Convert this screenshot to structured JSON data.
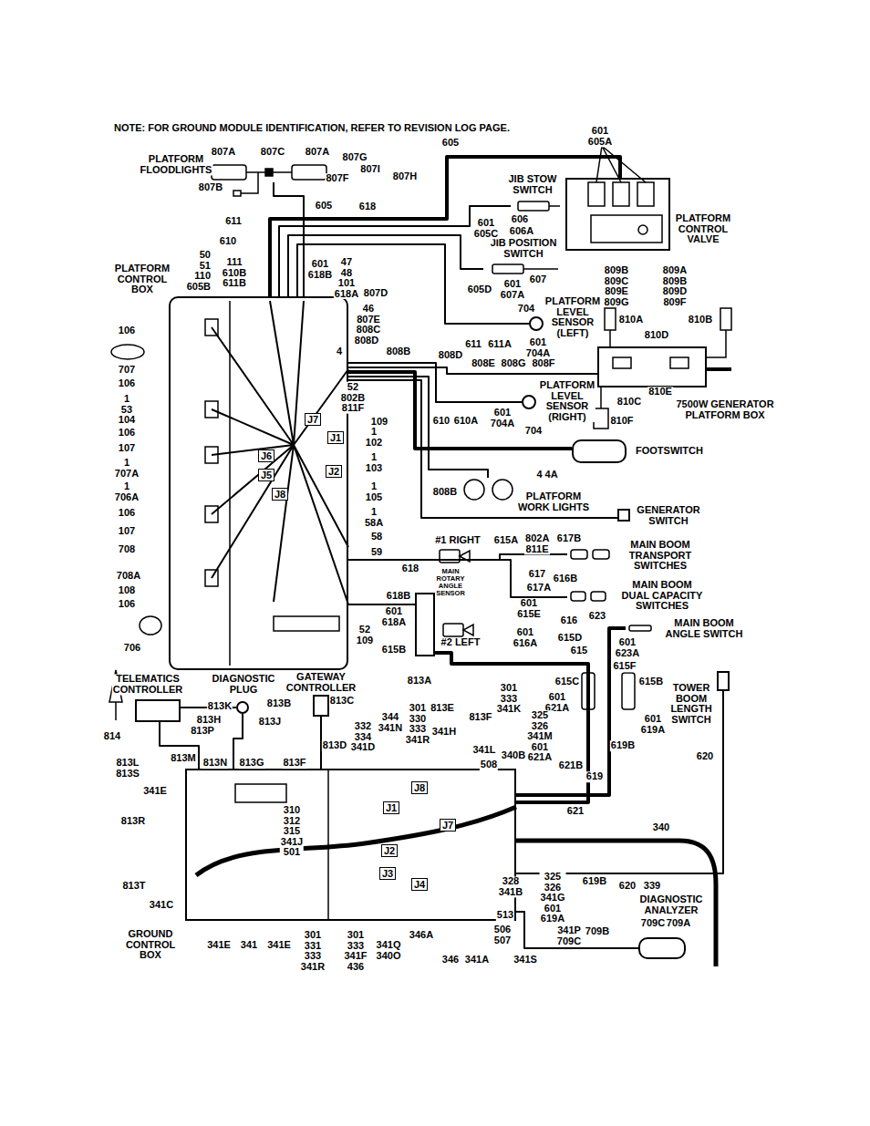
{
  "diagram": {
    "nodes": [
      {
        "text": [
          "PLATFORM FLOODLIGHTS"
        ]
      },
      {
        "text": [
          "PLATFORM CONTROL VALVE"
        ]
      },
      {
        "text": [
          "JIB STOW SWITCH"
        ]
      },
      {
        "text": [
          "JIB POSITION SWITCH"
        ]
      },
      {
        "text": [
          "PLATFORM CONTROL BOX"
        ]
      },
      {
        "text": [
          "J7"
        ],
        "in": 4
      },
      {
        "text": [
          "J1"
        ],
        "in": 4
      },
      {
        "text": [
          "J6"
        ],
        "in": 4
      },
      {
        "text": [
          "J5"
        ],
        "in": 4
      },
      {
        "text": [
          "J2"
        ],
        "in": 4
      },
      {
        "text": [
          "J8"
        ],
        "in": 4
      },
      {
        "text": [
          "PLATFORM LEVEL SENSOR (LEFT)"
        ]
      },
      {
        "text": [
          "7500W GENERATOR PLATFORM BOX"
        ]
      },
      {
        "text": [
          "PLATFORM LEVEL SENSOR (RIGHT)"
        ]
      },
      {
        "text": [
          "FOOTSWITCH"
        ]
      },
      {
        "text": [
          "PLATFORM WORK LIGHTS"
        ]
      },
      {
        "text": [
          "GENERATOR SWITCH"
        ]
      },
      {
        "text": [
          "MAIN BOOM TRANSPORT SWITCHES"
        ]
      },
      {
        "text": [
          "MAIN ROTARY ANGLE SENSOR"
        ]
      },
      {
        "text": [
          "MAIN BOOM DUAL CAPACITY SWITCHES"
        ]
      },
      {
        "text": [
          "MAIN BOOM ANGLE SWITCH"
        ]
      },
      {
        "text": [
          "TOWER BOOM LENGTH SWITCH"
        ]
      },
      {
        "text": [
          "TELEMATICS CONTROLLER"
        ]
      },
      {
        "text": [
          "DIAGNOSTIC PLUG"
        ]
      },
      {
        "text": [
          "GATEWAY CONTROLLER"
        ]
      },
      {
        "text": [
          "GROUND CONTROL BOX"
        ]
      },
      {
        "text": [
          "J8"
        ],
        "in": 25
      },
      {
        "text": [
          "J1"
        ],
        "in": 25
      },
      {
        "text": [
          "J7"
        ],
        "in": 25
      },
      {
        "text": [
          "J2"
        ],
        "in": 25
      },
      {
        "text": [
          "J3"
        ],
        "in": 25
      },
      {
        "text": [
          "J4"
        ],
        "in": 25
      },
      {
        "text": [
          "DIAGNOSTIC ANALYZER"
        ]
      }
    ],
    "edges": [
      {
        "from": 4,
        "to": 0,
        "arrow": "none"
      },
      {
        "from": 4,
        "to": 1,
        "arrow": "none"
      },
      {
        "from": 4,
        "to": 2,
        "arrow": "none"
      },
      {
        "from": 4,
        "to": 3,
        "arrow": "none"
      },
      {
        "from": 4,
        "to": 11,
        "arrow": "none"
      },
      {
        "from": 4,
        "to": 13,
        "arrow": "none"
      },
      {
        "from": 4,
        "to": 12,
        "arrow": "none"
      },
      {
        "from": 4,
        "to": 14,
        "arrow": "none"
      },
      {
        "from": 4,
        "to": 15,
        "arrow": "none"
      },
      {
        "from": 4,
        "to": 16,
        "arrow": "none"
      },
      {
        "from": 4,
        "to": 17,
        "arrow": "none"
      },
      {
        "from": 4,
        "to": 18,
        "arrow": "none"
      },
      {
        "from": 4,
        "to": 19,
        "arrow": "none"
      },
      {
        "from": 25,
        "to": 20,
        "arrow": "none"
      },
      {
        "from": 25,
        "to": 21,
        "arrow": "none"
      },
      {
        "from": 25,
        "to": 32,
        "arrow": "none"
      },
      {
        "from": 25,
        "to": 22,
        "arrow": "none"
      },
      {
        "from": 25,
        "to": 23,
        "arrow": "none"
      },
      {
        "from": 25,
        "to": 24,
        "arrow": "none"
      },
      {
        "from": 22,
        "to": 23,
        "arrow": "none"
      },
      {
        "from": 25,
        "to": 18,
        "arrow": "none"
      }
    ],
    "labels": [
      "NOTE: FOR GROUND MODULE IDENTIFICATION, REFER TO REVISION LOG PAGE.",
      "807A",
      "807C",
      "807A",
      "807B",
      "807G",
      "807I",
      "807F",
      "807H",
      "605",
      "618",
      "605",
      "601 605A",
      "606",
      "601 605C",
      "606A",
      "605D",
      "601 607A",
      "607",
      "611",
      "610",
      "50 51 110 605B",
      "111 610B 611B",
      "601 618B",
      "47 48 101 618A",
      "807D",
      "46 807E 808C",
      "808D",
      "4",
      "808B",
      "52 802B 811F",
      "109",
      "1 102",
      "1 103",
      "1 105",
      "1 58A",
      "58",
      "59",
      "52 109",
      "106",
      "707",
      "106",
      "1 53 104",
      "106",
      "107",
      "1 707A",
      "1 706A",
      "106",
      "107",
      "708",
      "708A",
      "108",
      "106",
      "706",
      "704",
      "611",
      "611A",
      "601 704A",
      "809B 809C 809E 809G",
      "809A 809B 809D 809F",
      "810A",
      "810B",
      "810D",
      "810E",
      "810C",
      "810F",
      "808E",
      "808G",
      "808F",
      "808D",
      "610",
      "610A",
      "601 704A",
      "704",
      "4 4A",
      "808B",
      "802A 811E",
      "617B",
      "615A",
      "617",
      "617A",
      "#1 RIGHT",
      "616B",
      "601 615E",
      "616",
      "601 616A",
      "615D",
      "615",
      "618",
      "618B",
      "601 618A",
      "615B",
      "#2 LEFT",
      "623",
      "601 623A",
      "615F",
      "615C",
      "615B",
      "601 621A",
      "601 619A",
      "619B",
      "620",
      "619",
      "621B",
      "621",
      "340",
      "339",
      "620",
      "814",
      "813K",
      "813H",
      "813P",
      "813J",
      "813B",
      "813M",
      "813N",
      "813G",
      "813F",
      "813L 813S",
      "813C",
      "813A",
      "813E",
      "813F",
      "301 333 341K",
      "344 341N",
      "301 330 333 341R",
      "332 334 341D",
      "813D",
      "341H",
      "341L",
      "508",
      "340B",
      "325 326 341M 601 621A",
      "341E",
      "813R",
      "813T",
      "341C",
      "310 312 315 341J 501",
      "341E",
      "341",
      "341E",
      "301 331 333 341R",
      "301 333 341F 436",
      "341Q 340O",
      "346A",
      "346",
      "341A",
      "341S",
      "506 507",
      "513",
      "328 341B",
      "325 326 341G 601 619A",
      "341P 709C",
      "709B",
      "709C",
      "709A",
      "619B"
    ]
  }
}
